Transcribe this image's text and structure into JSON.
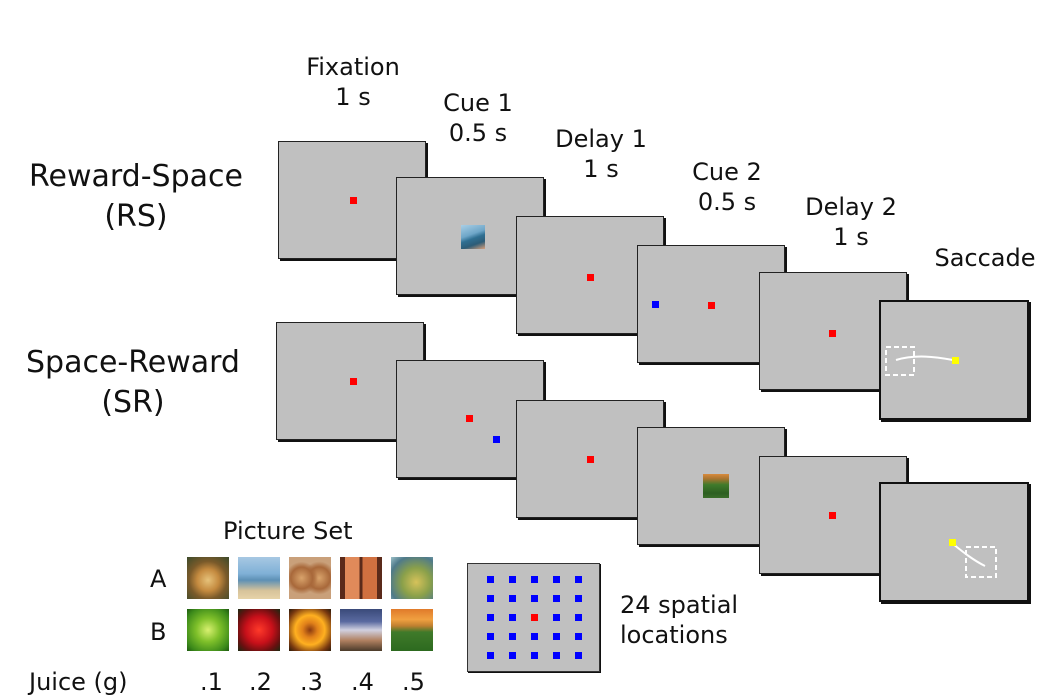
{
  "epochs": [
    {
      "name": "Fixation",
      "duration": "1 s"
    },
    {
      "name": "Cue 1",
      "duration": "0.5 s"
    },
    {
      "name": "Delay 1",
      "duration": "1 s"
    },
    {
      "name": "Cue 2",
      "duration": "0.5 s"
    },
    {
      "name": "Delay 2",
      "duration": "1 s"
    },
    {
      "name": "Saccade",
      "duration": ""
    }
  ],
  "conditions": [
    {
      "name": "Reward-Space",
      "abbr": "(RS)"
    },
    {
      "name": "Space-Reward",
      "abbr": "(SR)"
    }
  ],
  "picture_set": {
    "title": "Picture Set",
    "rows": [
      "A",
      "B"
    ],
    "juice_label": "Juice (g)",
    "juice_values": [
      ".1",
      ".2",
      ".3",
      ".4",
      ".5"
    ]
  },
  "spatial": {
    "label_line1": "24 spatial",
    "label_line2": "locations"
  },
  "colors": {
    "screen": "#c0c0c0",
    "fixation": "#ff0000",
    "spatial_cue": "#0000ff",
    "target": "#ffff00",
    "trace": "#ffffff"
  }
}
